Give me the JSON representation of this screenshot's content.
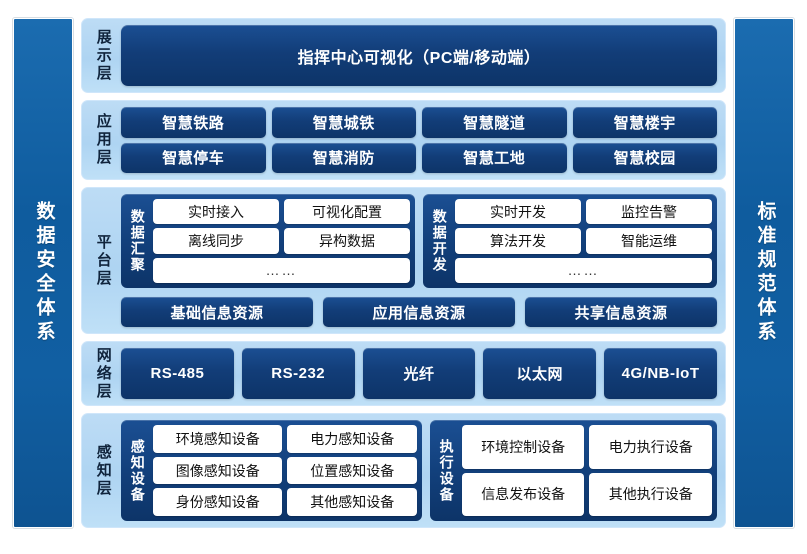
{
  "left_pillar": {
    "label": "数据安全体系"
  },
  "right_pillar": {
    "label": "标准规范体系"
  },
  "layers": {
    "display": {
      "title": "展示层",
      "banner": "指挥中心可视化（PC端/移动端）"
    },
    "application": {
      "title": "应用层",
      "row1": [
        "智慧铁路",
        "智慧城铁",
        "智慧隧道",
        "智慧楼宇"
      ],
      "row2": [
        "智慧停车",
        "智慧消防",
        "智慧工地",
        "智慧校园"
      ]
    },
    "platform": {
      "title": "平台层",
      "groups": [
        {
          "title": "数据汇聚",
          "row1": [
            "实时接入",
            "可视化配置"
          ],
          "row2": [
            "离线同步",
            "异构数据"
          ],
          "row3": [
            "……"
          ]
        },
        {
          "title": "数据开发",
          "row1": [
            "实时开发",
            "监控告警"
          ],
          "row2": [
            "算法开发",
            "智能运维"
          ],
          "row3": [
            "……"
          ]
        }
      ],
      "resources": [
        "基础信息资源",
        "应用信息资源",
        "共享信息资源"
      ]
    },
    "network": {
      "title": "网络层",
      "items": [
        "RS-485",
        "RS-232",
        "光纤",
        "以太网",
        "4G/NB-IoT"
      ]
    },
    "sense": {
      "title": "感知层",
      "groups": [
        {
          "title": "感知设备",
          "row1": [
            "环境感知设备",
            "电力感知设备"
          ],
          "row2": [
            "图像感知设备",
            "位置感知设备"
          ],
          "row3": [
            "身份感知设备",
            "其他感知设备"
          ]
        },
        {
          "title": "执行设备",
          "row1": [
            "环境控制设备",
            "电力执行设备"
          ],
          "row2": [
            "信息发布设备",
            "其他执行设备"
          ]
        }
      ]
    }
  },
  "colors": {
    "page_background": "#4a6b4e",
    "canvas": "#ffffff",
    "layer_panel": "#b4d7f3",
    "chip_dark": "#123d78",
    "pillar": "#0f5c9e",
    "chip_white": "#ffffff"
  }
}
